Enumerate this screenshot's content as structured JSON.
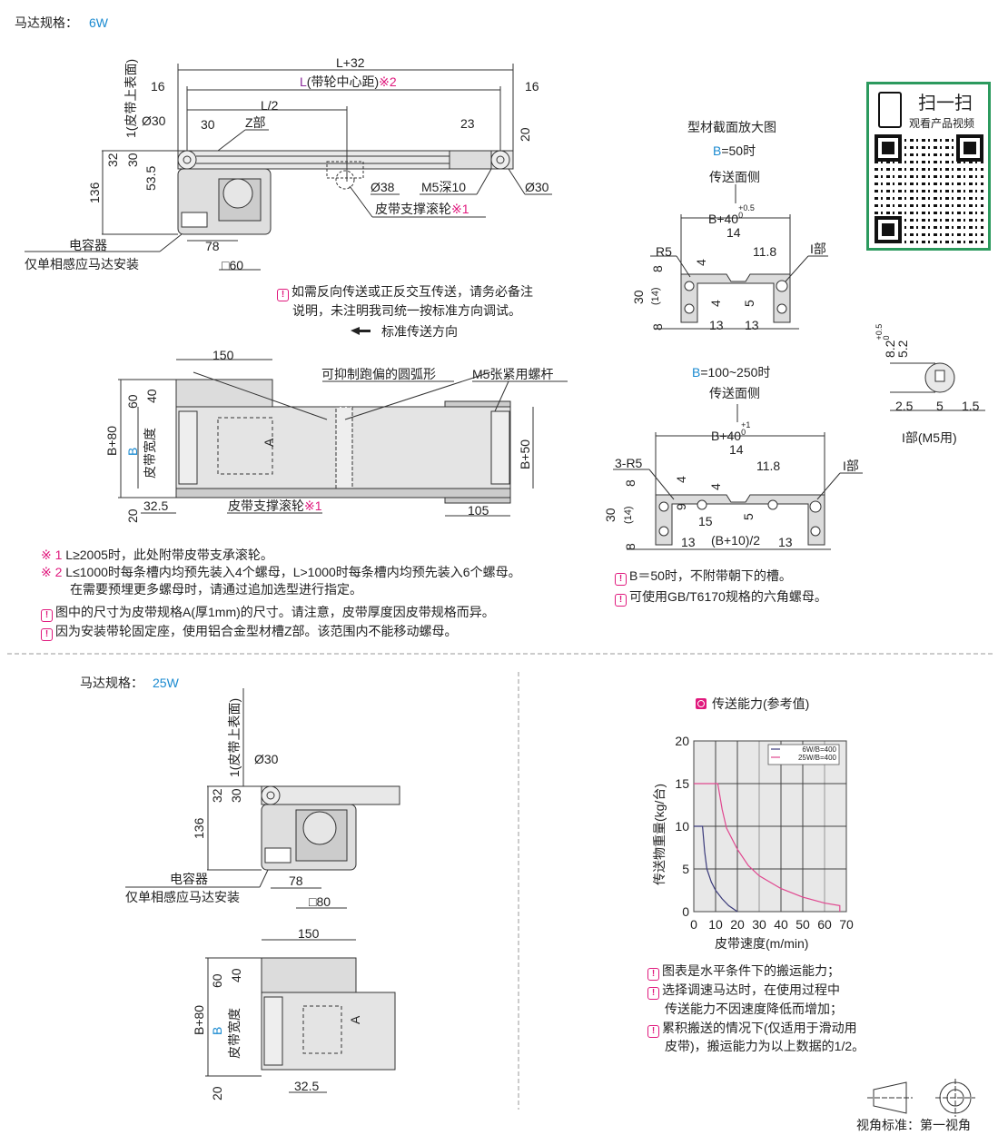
{
  "top": {
    "motor_spec_label": "马达规格：",
    "motor_spec_value": "6W",
    "dims": {
      "l_plus_32": "L+32",
      "l_prefix": "L",
      "l_center": "(带轮中心距)",
      "note2_mark": "※2",
      "left_16": "16",
      "right_16": "16",
      "l_half": "L/2",
      "belt_top": "1(皮带上表面)",
      "dia30_left": "Ø30",
      "d30": "30",
      "z_part": "Z部",
      "d23": "23",
      "d20": "20",
      "d32": "32",
      "d30v": "30",
      "d53_5": "53.5",
      "d136": "136",
      "dia38": "Ø38",
      "m5": "M5深10",
      "dia30_right": "Ø30",
      "support_roller": "皮带支撑滚轮",
      "note1_mark": "※1",
      "capacitor": "电容器",
      "single_phase": "仅单相感应马达安装",
      "d78": "78",
      "sq60": "□60"
    },
    "notice_line1": "如需反向传送或正反交互传送，请务必备注",
    "notice_line2": "说明，未注明我司统一按标准方向调试。",
    "direction_label": "标准传送方向"
  },
  "plan": {
    "d150": "150",
    "arc_label": "可抑制跑偏的圆弧形",
    "screw_label": "M5张紧用螺杆",
    "d60": "60",
    "d40": "40",
    "b80": "B+80",
    "b": "B",
    "belt_width": "皮带宽度",
    "a": "A",
    "b50": "B+50",
    "d20": "20",
    "d32_5": "32.5",
    "support_roller": "皮带支撑滚轮",
    "note1_mark": "※1",
    "d105": "105"
  },
  "notes": [
    {
      "mark": "※ 1",
      "text": "L≥2005时，此处附带皮带支承滚轮。"
    },
    {
      "mark": "※ 2",
      "text": "L≤1000时每条槽内均预先装入4个螺母，L>1000时每条槽内均预先装入6个螺母。"
    },
    {
      "text": "在需要预埋更多螺母时，请通过追加选型进行指定。"
    },
    {
      "text": "图中的尺寸为皮带规格A(厚1mm)的尺寸。请注意，皮带厚度因皮带规格而异。"
    },
    {
      "text": "因为安装带轮固定座，使用铝合金型材槽Z部。该范围内不能移动螺母。"
    }
  ],
  "qr": {
    "title": "扫一扫",
    "subtitle": "观看产品视频"
  },
  "profile50": {
    "heading": "型材截面放大图",
    "b": "B",
    "cond": "=50时",
    "side": "传送面侧",
    "width": "B+40",
    "tol_up": "+0.5",
    "tol_low": "0",
    "d14": "14",
    "r5": "R5",
    "d11_8": "11.8",
    "i_part": "I部",
    "d8a": "8",
    "d4a": "4",
    "d30": "30",
    "d14p": "(14)",
    "d4b": "4",
    "d5": "5",
    "d8b": "8",
    "d13a": "13",
    "d13b": "13"
  },
  "detail_i": {
    "d8_2": "8.2",
    "tol_up": "+0.5",
    "tol_low": "0",
    "d5_2": "5.2",
    "d2_5": "2.5",
    "d5": "5",
    "d1_5": "1.5",
    "caption": "I部(M5用)"
  },
  "profile100": {
    "b": "B",
    "cond": "=100~250时",
    "side": "传送面侧",
    "width": "B+40",
    "tol_up": "+1",
    "tol_low": "0",
    "d14": "14",
    "r5": "3-R5",
    "d11_8": "11.8",
    "i_part": "I部",
    "d8a": "8",
    "d4a": "4",
    "d4b": "4",
    "d9": "9",
    "d30": "30",
    "d14p": "(14)",
    "d15": "15",
    "d5": "5",
    "d8b": "8",
    "d13a": "13",
    "half": "(B+10)/2",
    "d13b": "13"
  },
  "profile_notes": [
    "B＝50时，不附带朝下的槽。",
    "可使用GB/T6170规格的六角螺母。"
  ],
  "bottom": {
    "motor_spec_label": "马达规格：",
    "motor_spec_value": "25W",
    "belt_top": "1(皮带上表面)",
    "dia30": "Ø30",
    "d32": "32",
    "d30": "30",
    "d136": "136",
    "capacitor": "电容器",
    "single_phase": "仅单相感应马达安装",
    "d78": "78",
    "sq80": "□80",
    "d150": "150",
    "d60": "60",
    "d40": "40",
    "b80": "B+80",
    "b": "B",
    "belt_width": "皮带宽度",
    "a": "A",
    "d20": "20",
    "d32_5": "32.5"
  },
  "chart_data": {
    "type": "line",
    "title": "传送能力(参考值)",
    "xlabel": "皮带速度(m/min)",
    "ylabel": "传送物重量(kg/台)",
    "xlim": [
      0,
      70
    ],
    "ylim": [
      0,
      20
    ],
    "xticks": [
      "0",
      "10",
      "20",
      "30",
      "40",
      "50",
      "60",
      "70"
    ],
    "yticks": [
      "0",
      "5",
      "10",
      "15",
      "20"
    ],
    "grid": true,
    "legend_position": "top-right",
    "series": [
      {
        "name": "6W/B=400",
        "color": "#3a3a7a",
        "x": [
          0,
          4,
          5,
          6,
          8,
          10,
          13,
          16,
          20
        ],
        "y": [
          10,
          10,
          7,
          5,
          3.5,
          2.5,
          1.5,
          0.7,
          0
        ]
      },
      {
        "name": "25W/B=400",
        "color": "#e0478f",
        "x": [
          0,
          11,
          13,
          15,
          20,
          25,
          30,
          40,
          50,
          60,
          67,
          67
        ],
        "y": [
          15,
          15,
          12,
          9.8,
          7.3,
          5.4,
          4.2,
          2.7,
          1.7,
          1.0,
          0.7,
          0
        ]
      }
    ]
  },
  "chart_notes": [
    "图表是水平条件下的搬运能力；",
    "选择调速马达时，在使用过程中",
    "传送能力不因速度降低而增加；",
    "累积搬送的情况下(仅适用于滑动用",
    "皮带)，搬运能力为以上数据的1/2。"
  ],
  "view_standard": "视角标准：第一视角"
}
